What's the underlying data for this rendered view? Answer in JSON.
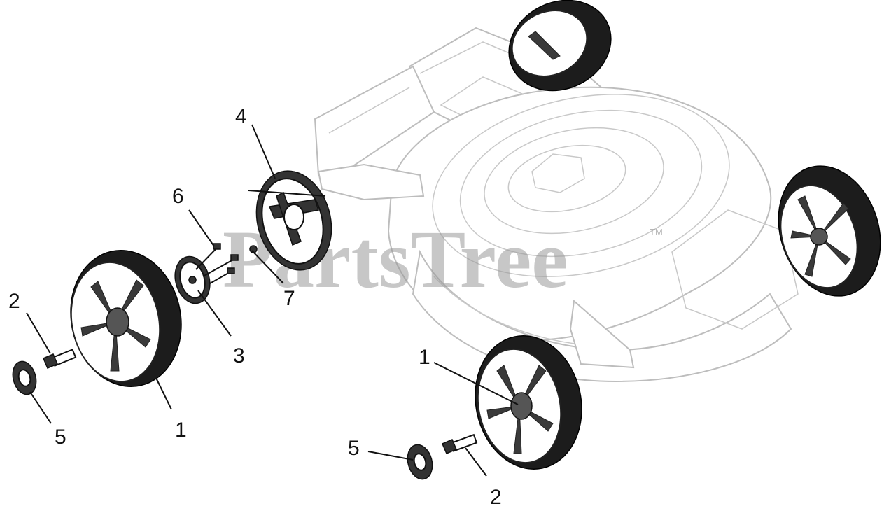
{
  "diagram": {
    "watermark": "PartsTree",
    "trademark": "TM",
    "callouts": [
      {
        "id": "c1-left",
        "label": "1"
      },
      {
        "id": "c1-right",
        "label": "1"
      },
      {
        "id": "c2-left",
        "label": "2"
      },
      {
        "id": "c2-right",
        "label": "2"
      },
      {
        "id": "c3",
        "label": "3"
      },
      {
        "id": "c4",
        "label": "4"
      },
      {
        "id": "c5-left",
        "label": "5"
      },
      {
        "id": "c5-right",
        "label": "5"
      },
      {
        "id": "c6",
        "label": "6"
      },
      {
        "id": "c7",
        "label": "7"
      }
    ]
  }
}
